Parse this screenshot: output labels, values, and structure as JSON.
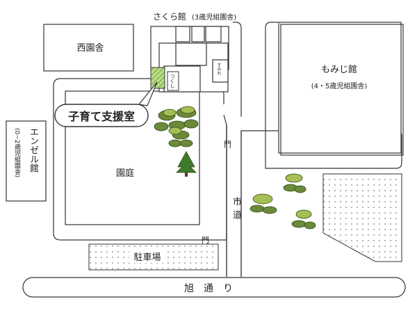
{
  "map": {
    "buildings": {
      "sakura": {
        "name": "さくら館",
        "sub": "(3歳児組園舎)"
      },
      "nishi": {
        "name": "西園舎"
      },
      "momiji": {
        "name": "もみじ館",
        "sub": "(4・5歳児組園舎)"
      },
      "angel": {
        "name": "エンゼル館",
        "sub": "(0~2歳児組園舎)"
      },
      "small_room_left": {
        "name": "つくし"
      },
      "small_room_right": {
        "name": "すみれ"
      }
    },
    "callout": {
      "label": "子育て支援室"
    },
    "areas": {
      "garden": "園庭",
      "parking": "駐車場"
    },
    "roads": {
      "city_road": "市道",
      "asahi_street": "旭　通　り"
    },
    "gates": [
      "門",
      "門"
    ]
  }
}
